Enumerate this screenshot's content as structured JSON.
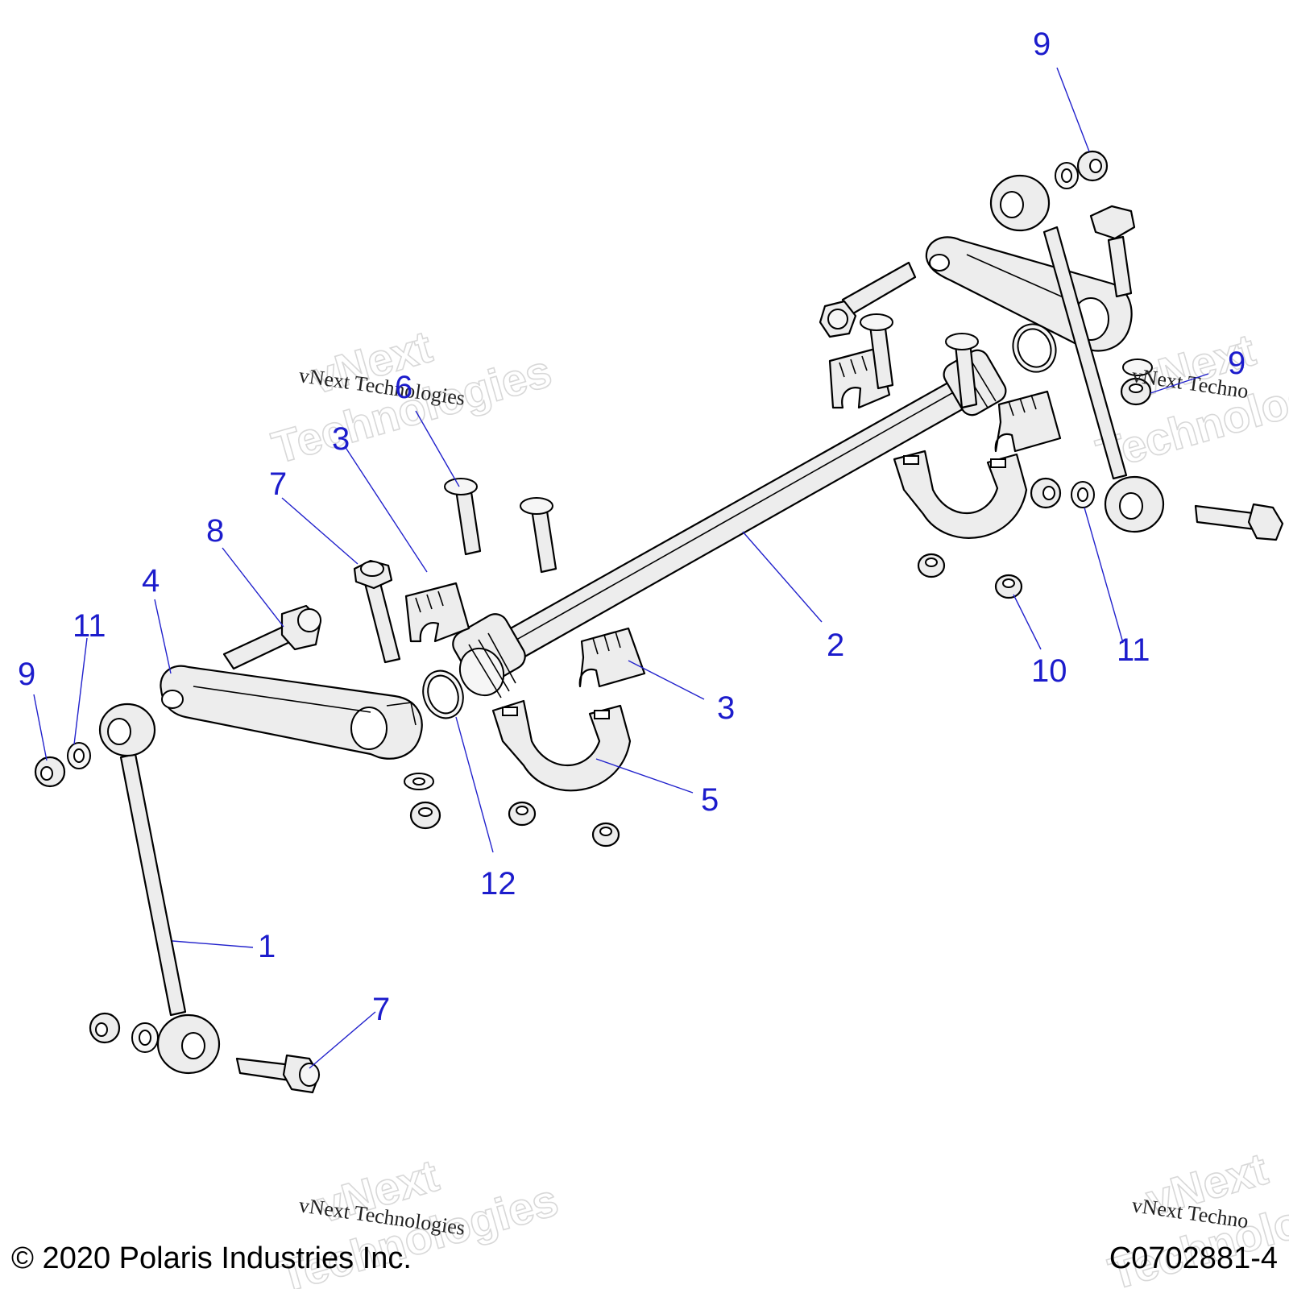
{
  "watermark": {
    "big_line1": "vNext",
    "big_line2": "Technologies",
    "small": "vNext Technologies",
    "small_cut": "vNext Techno"
  },
  "callouts": {
    "c1": "1",
    "c2": "2",
    "c3a": "3",
    "c3b": "3",
    "c4": "4",
    "c5": "5",
    "c6": "6",
    "c7a": "7",
    "c7b": "7",
    "c8": "8",
    "c9a": "9",
    "c9b": "9",
    "c9c": "9",
    "c10": "10",
    "c11a": "11",
    "c11b": "11",
    "c12": "12"
  },
  "footer": {
    "copyright": "© 2020 Polaris Industries Inc.",
    "figure_id": "C0702881-4"
  }
}
